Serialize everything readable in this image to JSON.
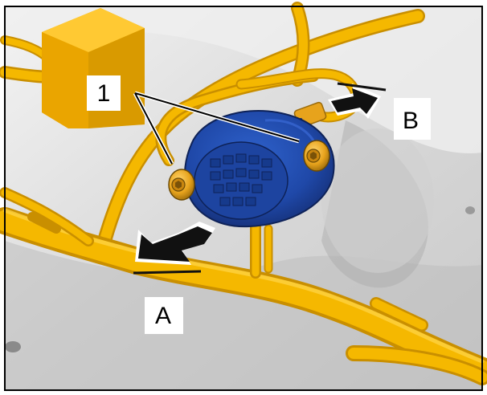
{
  "figure": {
    "callouts": {
      "bolt_label": "1",
      "arrow_a_label": "A",
      "arrow_b_label": "B"
    },
    "colors": {
      "background": "#ffffff",
      "frame": "#000000",
      "engine_bay_light": "#e6e6e6",
      "engine_bay_shadow": "#b7b7b7",
      "pipe": "#f5b800",
      "pipe_shadow": "#c98f00",
      "sensor_body": "#1f48a8",
      "sensor_dark": "#14306f",
      "bolt": "#e7a31c",
      "arrow": "#111111"
    },
    "icons": {
      "sensor": "blue-sensor-housing",
      "bolts": "hex-socket-bolt-icon",
      "arrow_a": "removal-direction-arrow-icon",
      "arrow_b": "connector-direction-arrow-icon"
    }
  }
}
